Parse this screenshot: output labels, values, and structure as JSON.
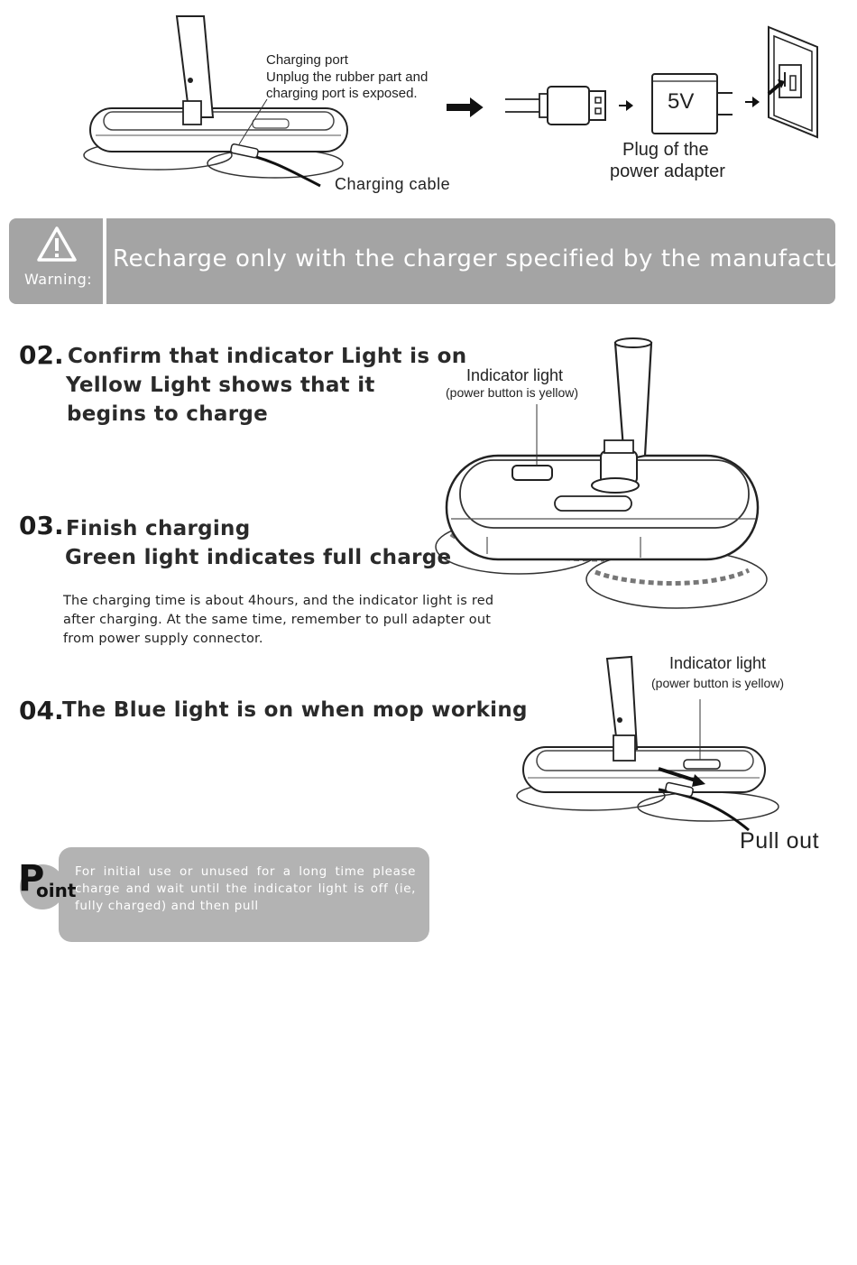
{
  "top_diagram": {
    "charging_port_title": "Charging port",
    "charging_port_line2": "Unplug the rubber part and",
    "charging_port_line3": "charging port is exposed.",
    "charging_cable": "Charging cable",
    "adapter_voltage": "5V",
    "adapter_label_line1": "Plug of the",
    "adapter_label_line2": "power adapter"
  },
  "warning": {
    "icon": "warning-triangle-icon",
    "label": "Warning:",
    "text": "Recharge only with the charger specified by the manufacturer."
  },
  "step02": {
    "number": "02.",
    "line1": "Confirm that indicator Light is on",
    "line2": "Yellow Light shows that it",
    "line3": "begins to charge",
    "callout_title": "Indicator light",
    "callout_sub": "(power button is yellow)"
  },
  "step03": {
    "number": "03.",
    "line1": "Finish charging",
    "line2": "Green light indicates full charge",
    "para_line1": "The charging time is about 4hours, and the indicator light is red",
    "para_line2": "after charging. At the same time, remember to pull adapter out",
    "para_line3": "from power supply connector."
  },
  "step04": {
    "number": "04.",
    "line1": "The Blue light is on when mop working",
    "callout_title": "Indicator light",
    "callout_sub": "(power button is yellow)",
    "pull_out": "Pull out"
  },
  "point": {
    "badge_big": "P",
    "badge_small": "oint",
    "text": "For initial use or unused for a long time please charge and wait until the indicator light is off (ie, fully charged) and then pull"
  }
}
